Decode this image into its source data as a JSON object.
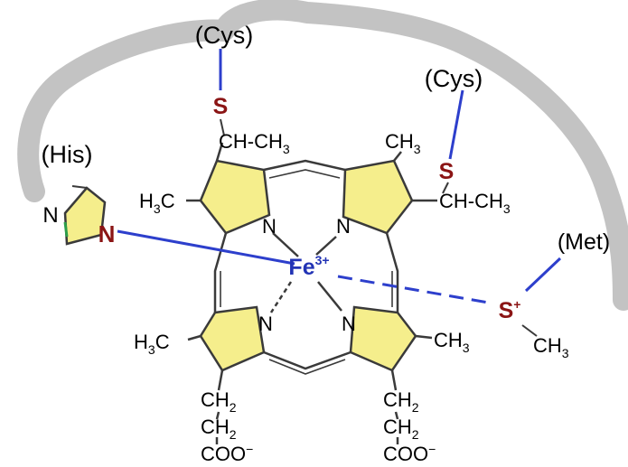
{
  "labels": {
    "cys1": "(Cys)",
    "cys2": "(Cys)",
    "his": "(His)",
    "met": "(Met)",
    "s1": "S",
    "s2": "S",
    "s_met": "S",
    "s_met_charge": "+",
    "n_his_outer": "N",
    "n_his_bound": "N",
    "fe": "Fe",
    "fe_charge": "3+",
    "n_pyrrole": "N",
    "ch": "CH-CH",
    "ch3": "CH",
    "h3c": "H",
    "h3c_tail": "C",
    "sub3": "3",
    "ch2": "CH",
    "sub2": "2",
    "coo": "COO",
    "minus": "−"
  },
  "colors": {
    "protein": "#c3c3c3",
    "pyrrole_fill": "#f5ee8c",
    "bond": "#3a3a3a",
    "sulfur": "#8b1515",
    "fe": "#2233b5",
    "ligand_bond": "#2d3fcc"
  }
}
